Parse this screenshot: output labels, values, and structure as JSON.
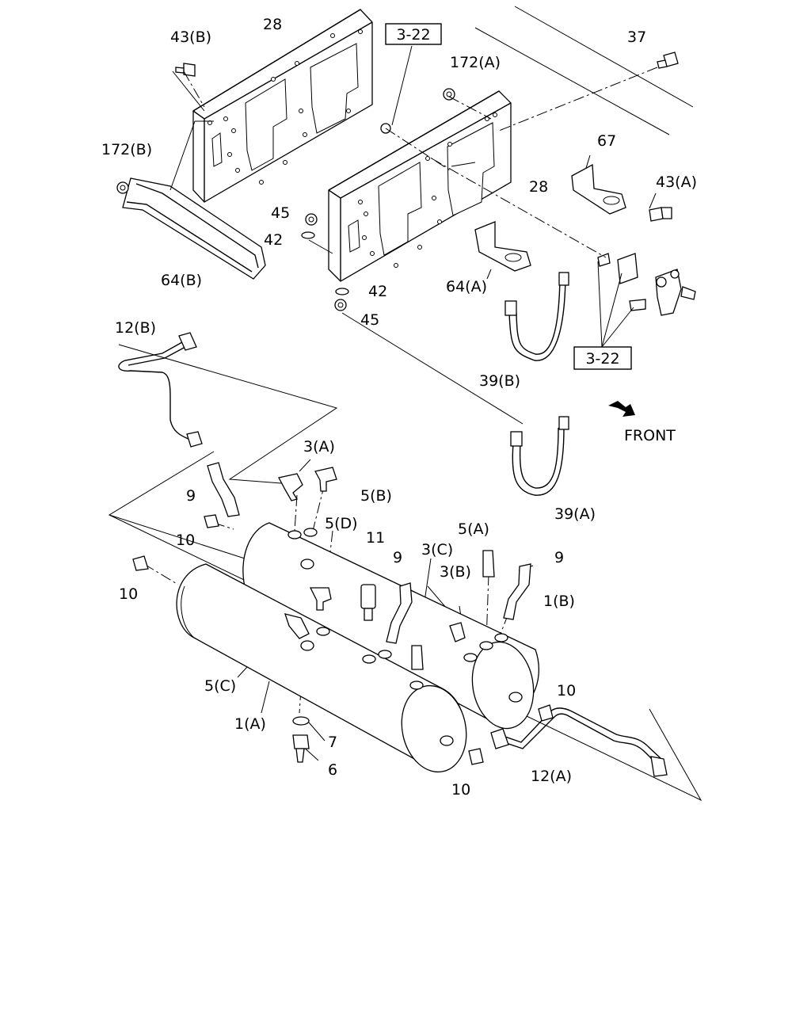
{
  "ref_boxes": {
    "top": "3-22",
    "bottom": "3-22"
  },
  "direction": {
    "front": "FRONT"
  },
  "labels": {
    "p43b": "43(B)",
    "p28_left": "28",
    "p28_right": "28",
    "p172b": "172(B)",
    "p172a": "172(A)",
    "p37": "37",
    "p67": "67",
    "p43a": "43(A)",
    "p45_top": "45",
    "p42_top": "42",
    "p42_bottom": "42",
    "p45_bottom": "45",
    "p64b": "64(B)",
    "p64a": "64(A)",
    "p12b": "12(B)",
    "p39b": "39(B)",
    "p39a": "39(A)",
    "p3a": "3(A)",
    "p5b": "5(B)",
    "p9_left": "9",
    "p10_upper_left": "10",
    "p10_left": "10",
    "p5d": "5(D)",
    "p11": "11",
    "p9_mid": "9",
    "p3c": "3(C)",
    "p5a": "5(A)",
    "p9_right": "9",
    "p3b": "3(B)",
    "p1b": "1(B)",
    "p5c": "5(C)",
    "p1a": "1(A)",
    "p7": "7",
    "p6": "6",
    "p10_right": "10",
    "p10_bottom": "10",
    "p12a": "12(A)"
  }
}
